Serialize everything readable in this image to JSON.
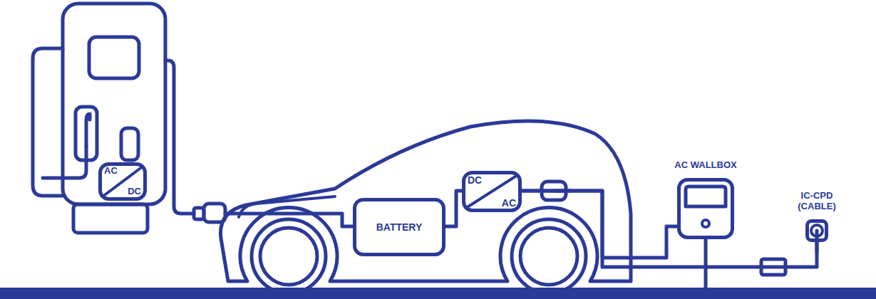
{
  "diagram": {
    "nodes": [
      {
        "text": [
          "AC",
          "DC"
        ]
      },
      {
        "text": [
          "BATTERY"
        ]
      },
      {
        "text": [
          "DC",
          "AC"
        ]
      },
      {
        "text": [
          "AC WALLBOX"
        ]
      },
      {
        "text": [
          "IC-CPD (CABLE)"
        ]
      }
    ],
    "edges": [
      {
        "from": 1,
        "to": 2,
        "arrow": "none"
      },
      {
        "from": 2,
        "to": 3,
        "arrow": "none"
      },
      {
        "from": 2,
        "to": 4,
        "arrow": "none"
      }
    ]
  }
}
